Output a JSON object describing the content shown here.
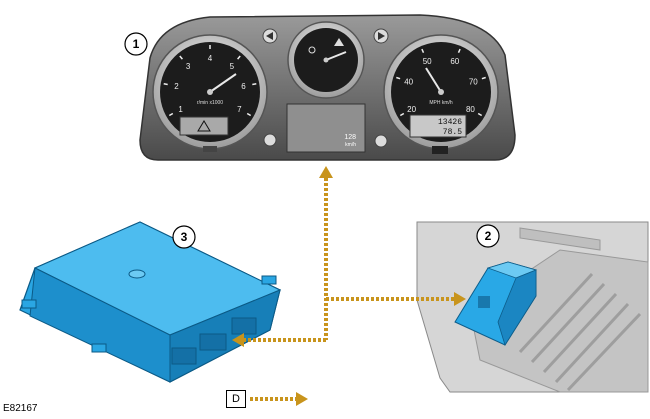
{
  "figure_id": "E82167",
  "callouts": [
    "1",
    "2",
    "3"
  ],
  "legend": {
    "key": "D"
  },
  "cluster": {
    "tacho_ticks": [
      "1",
      "2",
      "3",
      "4",
      "5",
      "6",
      "7"
    ],
    "tacho_unit": "r/min x1000",
    "speedo_ticks": [
      "20",
      "40",
      "50",
      "60",
      "70",
      "80"
    ],
    "speedo_unit": "MPH km/h",
    "center_readout": "128",
    "center_readout_unit": "km/h",
    "odometer_top": "13426",
    "odometer_bottom": "78.5"
  },
  "colors": {
    "module": "#29a8e6",
    "arrow": "#c8941c",
    "bezel": "#6f6f6f"
  }
}
